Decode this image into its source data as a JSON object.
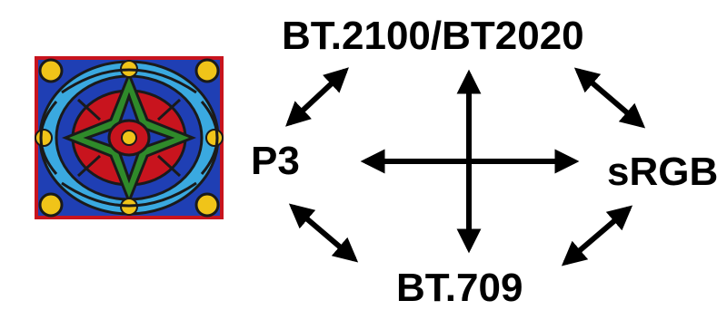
{
  "labels": {
    "top": "BT.2100/BT2020",
    "left": "P3",
    "right": "sRGB",
    "bottom": "BT.709"
  },
  "image": {
    "icon": "stained-glass-window-image"
  },
  "colors": {
    "ink": "#000000",
    "lead": "#1a1a1a",
    "red": "#c8141e",
    "blue": "#1f3fb4",
    "green": "#2f8a2a",
    "yellow": "#f0c419",
    "sky": "#3aa9e0"
  }
}
